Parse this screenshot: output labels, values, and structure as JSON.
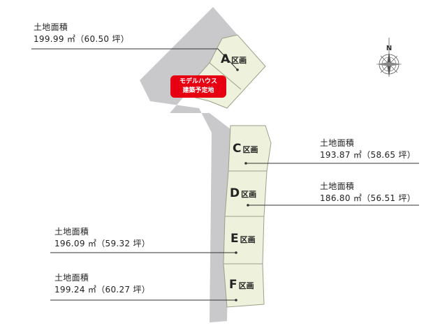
{
  "colors": {
    "road": "#c9c9cc",
    "lot_fill": "#eef2dc",
    "lot_stroke": "#9aa08a",
    "leader": "#333333",
    "badge": "#e60012"
  },
  "compass": {
    "north_label": "N"
  },
  "badge": {
    "line1": "モデルハウス",
    "line2": "建築予定地"
  },
  "lots": [
    {
      "letter": "A",
      "suffix": "区画"
    },
    {
      "letter": "C",
      "suffix": "区画"
    },
    {
      "letter": "D",
      "suffix": "区画"
    },
    {
      "letter": "E",
      "suffix": "区画"
    },
    {
      "letter": "F",
      "suffix": "区画"
    }
  ],
  "area_labels": [
    {
      "title": "土地面積",
      "value": "199.99 ㎡（60.50 坪）"
    },
    {
      "title": "土地面積",
      "value": "193.87 ㎡（58.65 坪）"
    },
    {
      "title": "土地面積",
      "value": "186.80 ㎡（56.51 坪）"
    },
    {
      "title": "土地面積",
      "value": "196.09 ㎡（59.32 坪）"
    },
    {
      "title": "土地面積",
      "value": "199.24 ㎡（60.27 坪）"
    }
  ]
}
